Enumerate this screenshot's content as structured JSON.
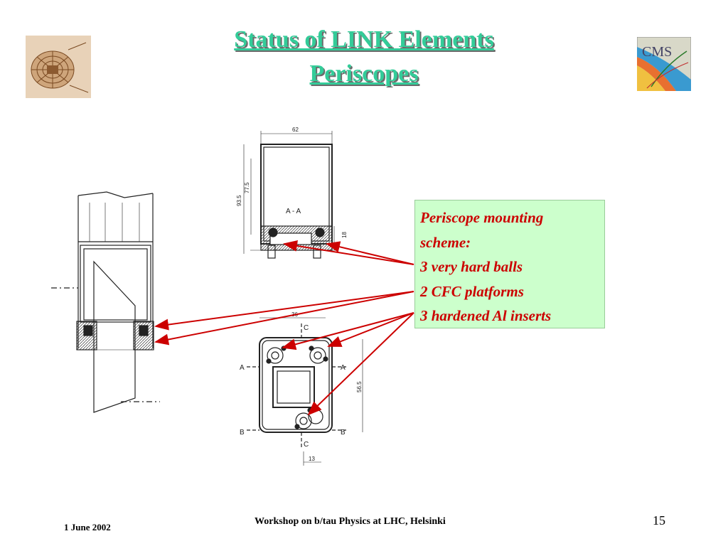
{
  "slide": {
    "title_line1": "Status of LINK Elements",
    "title_line2": "Periscopes"
  },
  "note": {
    "lines": [
      "Periscope mounting",
      "scheme:",
      "3 very hard balls",
      "2 CFC platforms",
      "3 hardened Al inserts"
    ]
  },
  "drawing_labels": {
    "section_aa": "A - A",
    "dim_top": "62",
    "dim_height_outer": "93.5",
    "dim_height_inner": "77.5",
    "dim_side": "18",
    "dim_base_top": "36",
    "dim_base_side": "56.5",
    "dim_base_bottom": "13",
    "mark_a": "A",
    "mark_b": "B",
    "mark_c": "C"
  },
  "footer": {
    "date": "1 June 2002",
    "venue": "Workshop on b/tau Physics at LHC, Helsinki",
    "page": "15"
  },
  "colors": {
    "title": "#33cc99",
    "note_bg": "#ccffcc",
    "note_text": "#cc0000",
    "arrow": "#cc0000"
  }
}
